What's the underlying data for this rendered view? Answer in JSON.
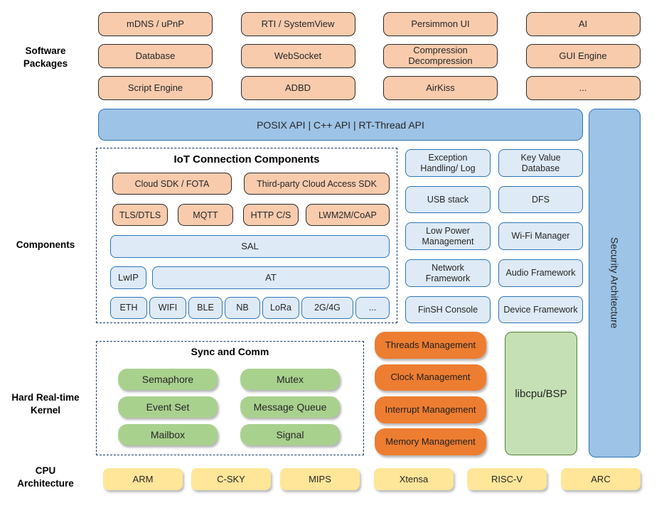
{
  "colors": {
    "package_fill": "#F8CBAD",
    "api_fill": "#9DC3E6",
    "component_fill": "#DEEAF6",
    "component_border": "#2E75B6",
    "sync_fill": "#A9D18E",
    "mgmt_fill": "#ED7D31",
    "libcpu_fill": "#C5E0B4",
    "cpu_fill": "#FFE699",
    "dashed_border": "#17375E"
  },
  "side_labels": {
    "software_packages": "Software\nPackages",
    "components": "Components",
    "kernel": "Hard Real-time\nKernel",
    "cpu": "CPU\nArchitecture"
  },
  "software_packages": {
    "items": [
      "mDNS / uPnP",
      "RTI / SystemView",
      "Persimmon UI",
      "AI",
      "Database",
      "WebSocket",
      "Compression Decompression",
      "GUI Engine",
      "Script Engine",
      "ADBD",
      "AirKiss",
      "..."
    ]
  },
  "api_bar": {
    "label": "POSIX API  |  C++ API  |  RT-Thread API"
  },
  "security_bar": {
    "label": "Security Architecture"
  },
  "iot_box": {
    "title": "IoT Connection Components",
    "cloud_row": [
      "Cloud SDK / FOTA",
      "Third-party Cloud Access SDK"
    ],
    "protocol_row": [
      "TLS/DTLS",
      "MQTT",
      "HTTP C/S",
      "LWM2M/CoAP"
    ],
    "sal": "SAL",
    "lwip": "LwIP",
    "at": "AT",
    "links": [
      "ETH",
      "WIFI",
      "BLE",
      "NB",
      "LoRa",
      "2G/4G",
      "..."
    ]
  },
  "component_grid": {
    "items": [
      "Exception Handling/ Log",
      "Key Value Database",
      "USB stack",
      "DFS",
      "Low Power Management",
      "Wi-Fi Manager",
      "Network Framework",
      "Audio Framework",
      "FinSH Console",
      "Device Framework"
    ]
  },
  "kernel": {
    "sync_title": "Sync and Comm",
    "sync_items": [
      "Semaphore",
      "Mutex",
      "Event Set",
      "Message Queue",
      "Mailbox",
      "Signal"
    ],
    "mgmt_items": [
      "Threads Management",
      "Clock Management",
      "Interrupt Management",
      "Memory Management"
    ],
    "libcpu": "libcpu/BSP"
  },
  "cpu_row": {
    "items": [
      "ARM",
      "C-SKY",
      "MIPS",
      "Xtensa",
      "RISC-V",
      "ARC"
    ]
  }
}
